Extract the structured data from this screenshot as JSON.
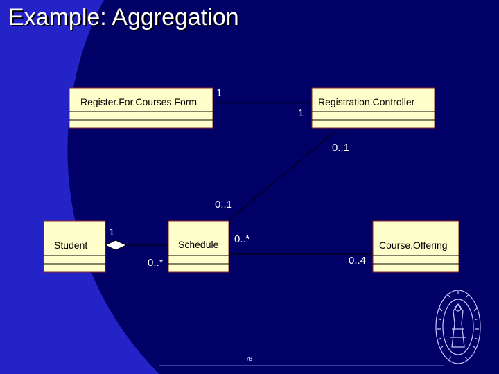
{
  "slide": {
    "title": "Example: Aggregation",
    "page_number": "78"
  },
  "classes": {
    "register_form": "Register.For.Courses.Form",
    "registration_controller": "Registration.Controller",
    "student": "Student",
    "schedule": "Schedule",
    "course_offering": "Course.Offering"
  },
  "multiplicities": {
    "form_to_controller_form_end": "1",
    "form_to_controller_controller_end": "1",
    "controller_to_schedule_controller_end": "0..1",
    "controller_to_schedule_schedule_end": "0..1",
    "student_schedule_student_end": "1",
    "student_schedule_schedule_end": "0..*",
    "schedule_offering_schedule_end": "0..*",
    "schedule_offering_offering_end": "0..4"
  },
  "colors": {
    "background": "#000066",
    "class_fill": "#ffffcc",
    "class_border": "#8b2a2a"
  },
  "icons": {
    "aggregation": "aggregation-diamond-icon",
    "seal": "university-seal-icon"
  }
}
